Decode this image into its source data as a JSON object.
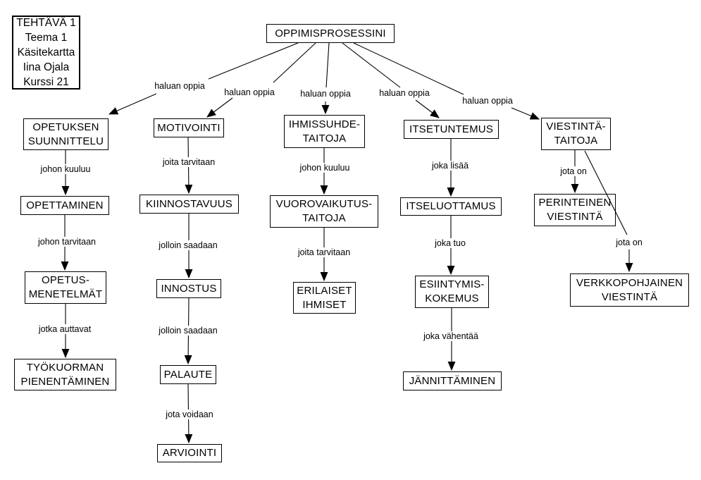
{
  "colors": {
    "ink": "#000000",
    "background": "#ffffff"
  },
  "info_box": {
    "lines": [
      "TEHTÄVÄ 1",
      "Teema 1",
      "Käsitekartta",
      "Iina Ojala",
      "Kurssi 21"
    ]
  },
  "root": {
    "label": "OPPIMISPROSESSINI"
  },
  "branch_label": "haluan oppia",
  "columns": {
    "c1": {
      "nodes": [
        "OPETUKSEN\nSUUNNITTELU",
        "OPETTAMINEN",
        "OPETUS-\nMENETELMÄT",
        "TYÖKUORMAN\nPIENENTÄMINEN"
      ],
      "links": [
        "johon kuuluu",
        "johon tarvitaan",
        "jotka auttavat"
      ]
    },
    "c2": {
      "nodes": [
        "MOTIVOINTI",
        "KIINNOSTAVUUS",
        "INNOSTUS",
        "PALAUTE",
        "ARVIOINTI"
      ],
      "links": [
        "joita tarvitaan",
        "jolloin saadaan",
        "jolloin saadaan",
        "jota voidaan"
      ]
    },
    "c3": {
      "nodes": [
        "IHMISSUHDE-\nTAITOJA",
        "VUOROVAIKUTUS-\nTAITOJA",
        "ERILAISET\nIHMISET"
      ],
      "links": [
        "johon kuuluu",
        "joita tarvitaan"
      ]
    },
    "c4": {
      "nodes": [
        "ITSETUNTEMUS",
        "ITSELUOTTAMUS",
        "ESIINTYMIS-\nKOKEMUS",
        "JÄNNITTÄMINEN"
      ],
      "links": [
        "joka lisää",
        "joka tuo",
        "joka vähentää"
      ]
    },
    "c5": {
      "nodes": [
        "VIESTINTÄ-\nTAITOJA",
        "PERINTEINEN\nVIESTINTÄ",
        "VERKKOPOHJAINEN\nVIESTINTÄ"
      ],
      "links": [
        "jota on",
        "jota on"
      ]
    }
  }
}
